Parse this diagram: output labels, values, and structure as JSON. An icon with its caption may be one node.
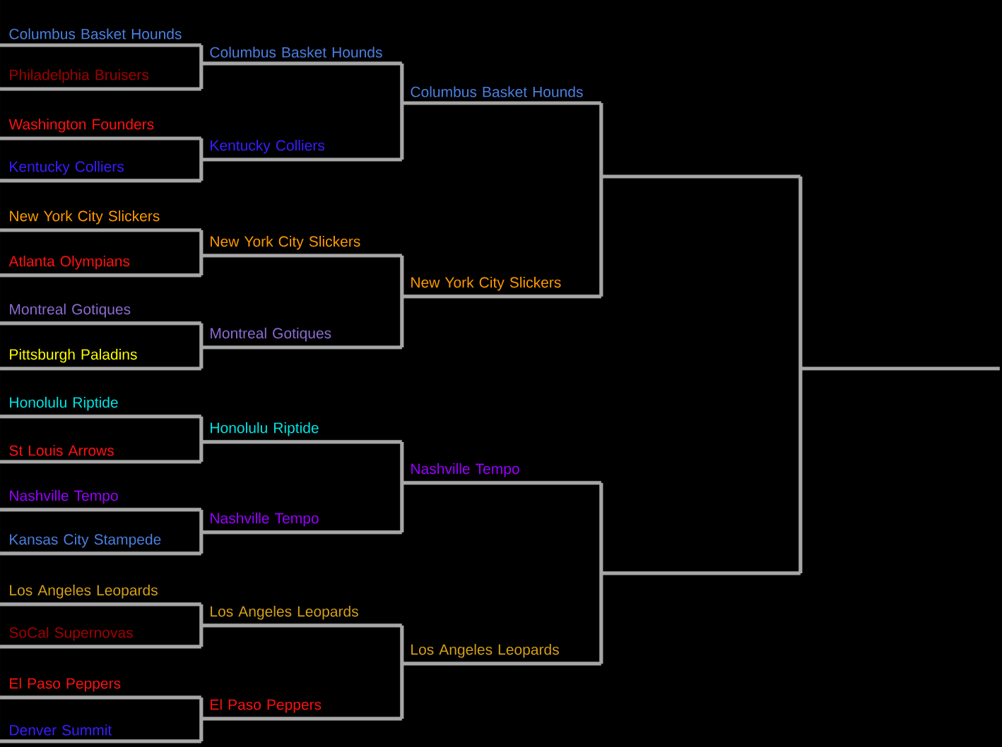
{
  "diagram": {
    "nodes": [
      {
        "text": [
          "Columbus Basket Hounds"
        ]
      },
      {
        "text": [
          "Philadelphia Bruisers"
        ]
      },
      {
        "text": [
          "Washington Founders"
        ]
      },
      {
        "text": [
          "Kentucky Colliers"
        ]
      },
      {
        "text": [
          "New York City Slickers"
        ]
      },
      {
        "text": [
          "Atlanta Olympians"
        ]
      },
      {
        "text": [
          "Montreal Gotiques"
        ]
      },
      {
        "text": [
          "Pittsburgh Paladins"
        ]
      },
      {
        "text": [
          "Honolulu Riptide"
        ]
      },
      {
        "text": [
          "St Louis Arrows"
        ]
      },
      {
        "text": [
          "Nashville Tempo"
        ]
      },
      {
        "text": [
          "Kansas City Stampede"
        ]
      },
      {
        "text": [
          "Los Angeles Leopards"
        ]
      },
      {
        "text": [
          "SoCal Supernovas"
        ]
      },
      {
        "text": [
          "El Paso Peppers"
        ]
      },
      {
        "text": [
          "Denver Summit"
        ]
      },
      {
        "text": [
          "Columbus Basket Hounds"
        ]
      },
      {
        "text": [
          "Kentucky Colliers"
        ]
      },
      {
        "text": [
          "New York City Slickers"
        ]
      },
      {
        "text": [
          "Montreal Gotiques"
        ]
      },
      {
        "text": [
          "Honolulu Riptide"
        ]
      },
      {
        "text": [
          "Nashville Tempo"
        ]
      },
      {
        "text": [
          "Los Angeles Leopards"
        ]
      },
      {
        "text": [
          "El Paso Peppers"
        ]
      },
      {
        "text": [
          "Columbus Basket Hounds"
        ]
      },
      {
        "text": [
          "New York City Slickers"
        ]
      },
      {
        "text": [
          "Nashville Tempo"
        ]
      },
      {
        "text": [
          "Los Angeles Leopards"
        ]
      },
      {
        "text": [],
        "shape": "line"
      },
      {
        "text": [],
        "shape": "line"
      },
      {
        "text": [],
        "shape": "line"
      }
    ],
    "edges": [
      {
        "from": 0,
        "to": 16,
        "arrow": "none"
      },
      {
        "from": 1,
        "to": 16,
        "arrow": "none"
      },
      {
        "from": 2,
        "to": 17,
        "arrow": "none"
      },
      {
        "from": 3,
        "to": 17,
        "arrow": "none"
      },
      {
        "from": 4,
        "to": 18,
        "arrow": "none"
      },
      {
        "from": 5,
        "to": 18,
        "arrow": "none"
      },
      {
        "from": 6,
        "to": 19,
        "arrow": "none"
      },
      {
        "from": 7,
        "to": 19,
        "arrow": "none"
      },
      {
        "from": 8,
        "to": 20,
        "arrow": "none"
      },
      {
        "from": 9,
        "to": 20,
        "arrow": "none"
      },
      {
        "from": 10,
        "to": 21,
        "arrow": "none"
      },
      {
        "from": 11,
        "to": 21,
        "arrow": "none"
      },
      {
        "from": 12,
        "to": 22,
        "arrow": "none"
      },
      {
        "from": 13,
        "to": 22,
        "arrow": "none"
      },
      {
        "from": 14,
        "to": 23,
        "arrow": "none"
      },
      {
        "from": 15,
        "to": 23,
        "arrow": "none"
      },
      {
        "from": 16,
        "to": 24,
        "arrow": "none"
      },
      {
        "from": 17,
        "to": 24,
        "arrow": "none"
      },
      {
        "from": 18,
        "to": 25,
        "arrow": "none"
      },
      {
        "from": 19,
        "to": 25,
        "arrow": "none"
      },
      {
        "from": 20,
        "to": 26,
        "arrow": "none"
      },
      {
        "from": 21,
        "to": 26,
        "arrow": "none"
      },
      {
        "from": 22,
        "to": 27,
        "arrow": "none"
      },
      {
        "from": 23,
        "to": 27,
        "arrow": "none"
      },
      {
        "from": 24,
        "to": 28,
        "arrow": "none"
      },
      {
        "from": 25,
        "to": 28,
        "arrow": "none"
      },
      {
        "from": 26,
        "to": 29,
        "arrow": "none"
      },
      {
        "from": 27,
        "to": 29,
        "arrow": "none"
      },
      {
        "from": 28,
        "to": 30,
        "arrow": "none"
      },
      {
        "from": 29,
        "to": 30,
        "arrow": "none"
      }
    ]
  }
}
